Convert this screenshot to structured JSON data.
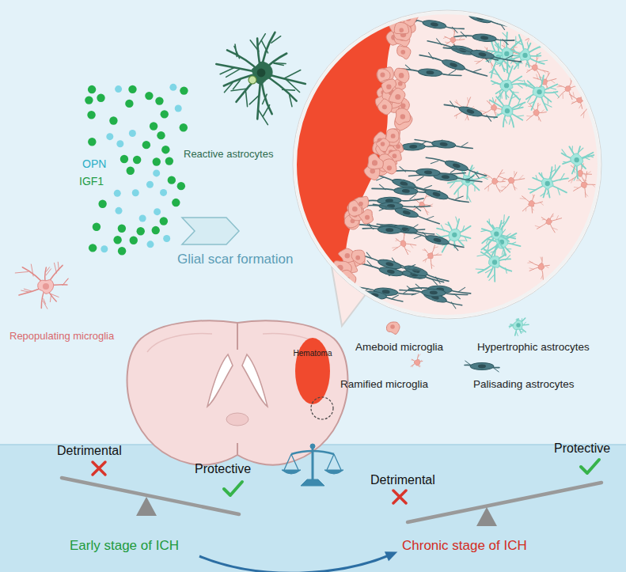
{
  "diagram": {
    "nodes": [
      {
        "text": [
          "Hematoma"
        ]
      }
    ],
    "labels": [
      "Reactive astrocytes",
      "OPN",
      "IGF1",
      "Repopulating microglia",
      "Glial scar formation",
      "Detrimental",
      "Protective",
      "Early stage of ICH",
      "Protective",
      "Detrimental",
      "Chronic stage of ICH"
    ],
    "legend": [
      {
        "text": "Ameboid microglia"
      },
      {
        "text": "Hypertrophic astrocytes"
      },
      {
        "text": "Ramified microglia"
      },
      {
        "text": "Palisading astrocytes"
      }
    ]
  }
}
